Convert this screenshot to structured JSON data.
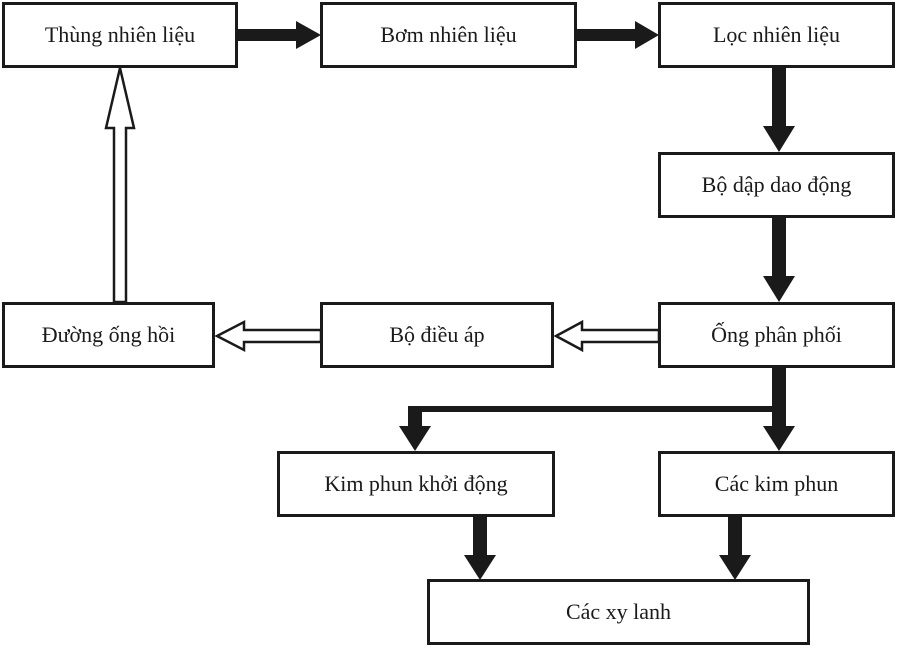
{
  "nodes": {
    "fuel_tank": "Thùng nhiên liệu",
    "fuel_pump": "Bơm nhiên liệu",
    "fuel_filter": "Lọc nhiên liệu",
    "damper": "Bộ dập dao động",
    "distributor": "Ống phân phối",
    "regulator": "Bộ điều áp",
    "return_line": "Đường ống hồi",
    "cold_start_injector": "Kim phun khởi động",
    "injectors": "Các kim phun",
    "cylinders": "Các xy lanh"
  },
  "edges": [
    {
      "from": "fuel_tank",
      "to": "fuel_pump",
      "style": "solid"
    },
    {
      "from": "fuel_pump",
      "to": "fuel_filter",
      "style": "solid"
    },
    {
      "from": "fuel_filter",
      "to": "damper",
      "style": "solid"
    },
    {
      "from": "damper",
      "to": "distributor",
      "style": "solid"
    },
    {
      "from": "distributor",
      "to": "regulator",
      "style": "hollow"
    },
    {
      "from": "regulator",
      "to": "return_line",
      "style": "hollow"
    },
    {
      "from": "return_line",
      "to": "fuel_tank",
      "style": "hollow"
    },
    {
      "from": "distributor",
      "to": "injectors",
      "style": "solid"
    },
    {
      "from": "distributor",
      "to": "cold_start_injector",
      "style": "solid"
    },
    {
      "from": "cold_start_injector",
      "to": "cylinders",
      "style": "solid"
    },
    {
      "from": "injectors",
      "to": "cylinders",
      "style": "solid"
    }
  ],
  "colors": {
    "line": "#1a1a1a",
    "box_fill": "#ffffff"
  }
}
